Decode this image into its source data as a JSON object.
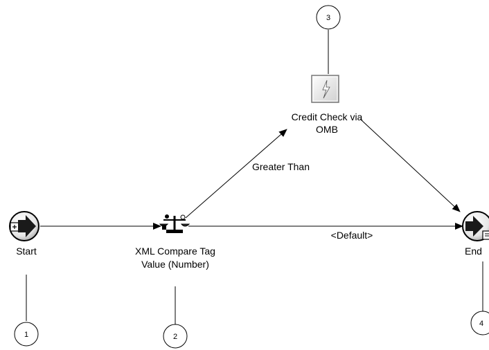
{
  "nodes": {
    "start": {
      "label": "Start"
    },
    "compare": {
      "label_line1": "XML Compare Tag",
      "label_line2": "Value (Number)"
    },
    "credit": {
      "label_line1": "Credit Check via",
      "label_line2": "OMB"
    },
    "end": {
      "label": "End"
    }
  },
  "edges": {
    "greater_than": "Greater Than",
    "default": "<Default>"
  },
  "callouts": [
    "1",
    "2",
    "3",
    "4"
  ]
}
